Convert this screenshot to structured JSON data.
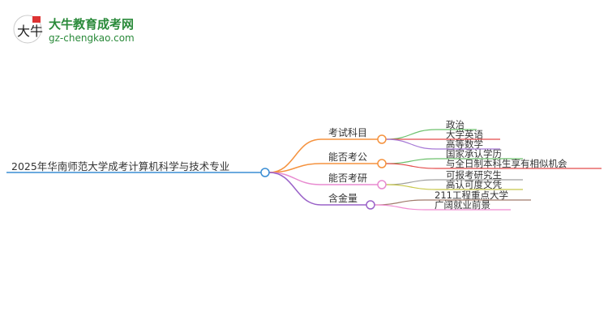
{
  "logo": {
    "name": "大牛教育成考网",
    "url": "gz-chengkao.com",
    "mark": "大牛"
  },
  "root": {
    "label": "2025年华南师范大学成考计算机科学与技术专业",
    "color": "#3a8ed4"
  },
  "branches": [
    {
      "label": "考试科目",
      "color": "#f5923e",
      "children": [
        {
          "label": "政治",
          "color": "#6cc06c"
        },
        {
          "label": "大学英语",
          "color": "#e34a4a"
        },
        {
          "label": "高等数学",
          "color": "#a77ad6"
        }
      ]
    },
    {
      "label": "能否考公",
      "color": "#f5923e",
      "children": [
        {
          "label": "国家承认学历",
          "color": "#6cc06c"
        },
        {
          "label": "与全日制本科生享有相似机会",
          "color": "#e34a4a"
        }
      ]
    },
    {
      "label": "能否考研",
      "color": "#e88ad0",
      "children": [
        {
          "label": "可报考研究生",
          "color": "#a0a0a0"
        },
        {
          "label": "高认可度文凭",
          "color": "#c8c84a"
        }
      ]
    },
    {
      "label": "含金量",
      "color": "#9a62c8",
      "children": [
        {
          "label": "211工程重点大学",
          "color": "#a07a6a"
        },
        {
          "label": "广阔就业前景",
          "color": "#f08ad0"
        }
      ]
    }
  ]
}
